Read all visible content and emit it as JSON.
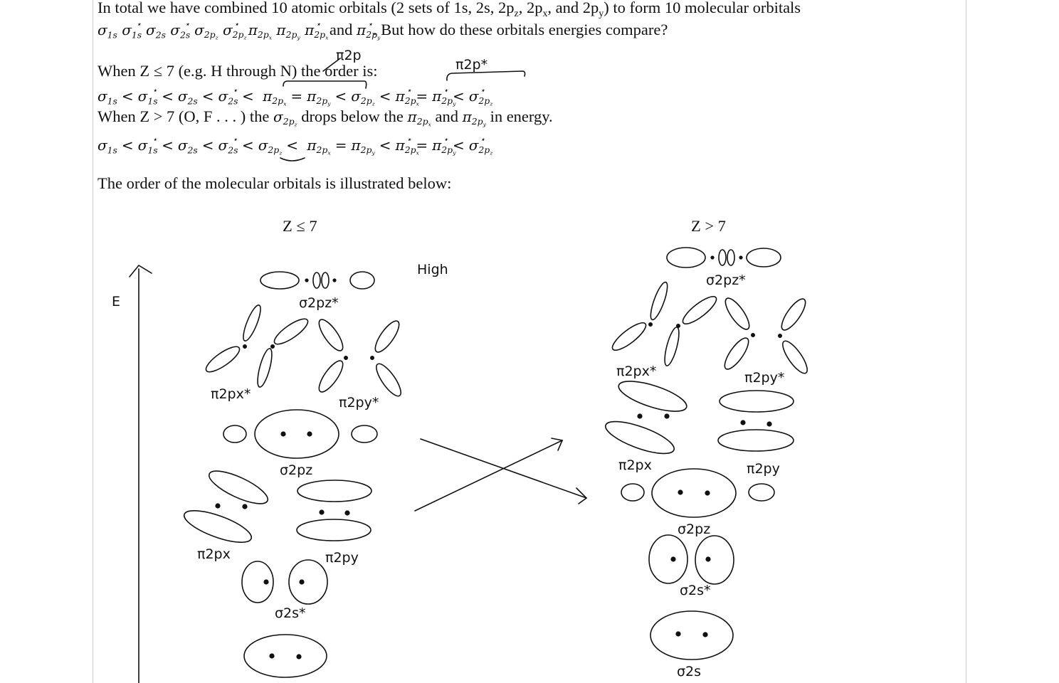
{
  "text": {
    "line1": "In total we have combined 10 atomic orbitals (2 sets of 1s, 2s, 2p",
    "line1_sub1": "z",
    "line1_b": ", 2p",
    "line1_sub2": "x",
    "line1_c": ", and 2p",
    "line1_sub3": "y",
    "line1_d": ") to form 10 molecular orbitals",
    "line2_tail_and": "and",
    "line2_tail": ". But how do these orbitals energies compare?",
    "line3": "When Z ≤ 7 (e.g. H through N) the order is:",
    "line5_a": "When Z > 7 (O, F . . . ) the",
    "line5_b": "drops below the",
    "line5_c": "and",
    "line5_d": "in energy.",
    "order_intro": "The order of the molecular orbitals is illustrated below:",
    "label_left": "Z ≤ 7",
    "label_right": "Z > 7"
  },
  "annotations": {
    "energy_axis": "E",
    "high": "High",
    "pi2p": "π2p",
    "pi2p_star": "π2p*",
    "left": {
      "sigma2pz_star": "σ2pz*",
      "pi2px_star": "π2px*",
      "pi2py_star": "π2py*",
      "sigma2pz": "σ2pz",
      "pi2px": "π2px",
      "pi2py": "π2py",
      "sigma2s_star": "σ2s*"
    },
    "right": {
      "sigma2pz_star": "σ2pz*",
      "pi2px_star": "π2px*",
      "pi2py_star": "π2py*",
      "pi2px": "π2px",
      "pi2py": "π2py",
      "sigma2pz": "σ2pz",
      "sigma2s_star": "σ2s*",
      "sigma2s": "σ2s"
    }
  }
}
